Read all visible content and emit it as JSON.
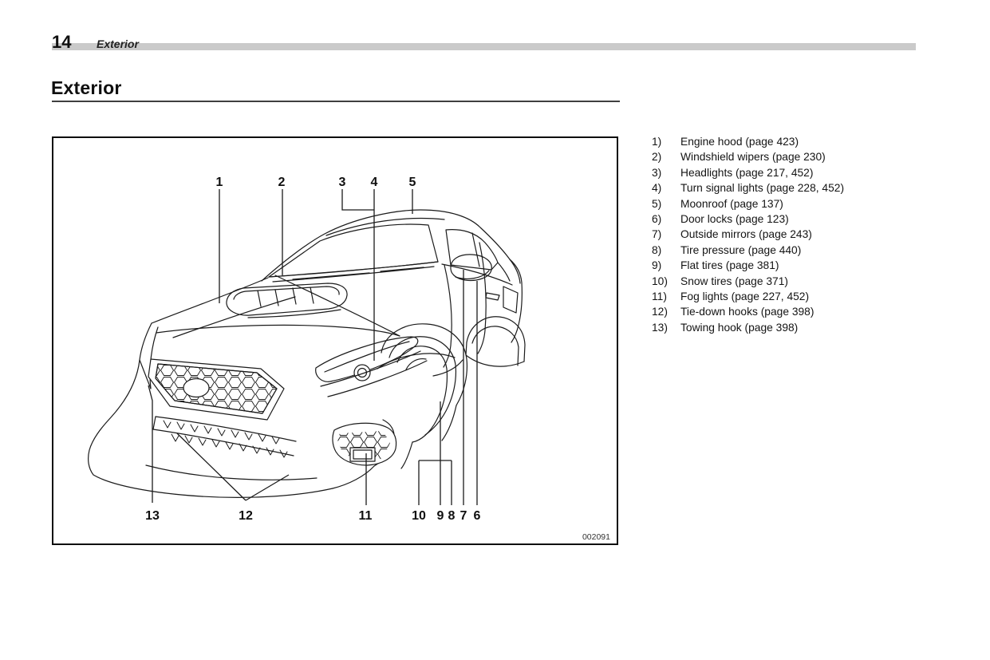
{
  "page": {
    "number": "14",
    "running_head": "Exterior"
  },
  "section": {
    "title": "Exterior"
  },
  "figure": {
    "code": "002091",
    "callouts": [
      "1",
      "2",
      "3",
      "4",
      "5",
      "6",
      "7",
      "8",
      "9",
      "10",
      "11",
      "12",
      "13"
    ]
  },
  "legend": {
    "items": [
      {
        "num": "1)",
        "text": "Engine hood (page 423)"
      },
      {
        "num": "2)",
        "text": "Windshield wipers (page 230)"
      },
      {
        "num": "3)",
        "text": "Headlights (page 217, 452)"
      },
      {
        "num": "4)",
        "text": "Turn signal lights (page 228, 452)"
      },
      {
        "num": "5)",
        "text": "Moonroof (page 137)"
      },
      {
        "num": "6)",
        "text": "Door locks (page 123)"
      },
      {
        "num": "7)",
        "text": "Outside mirrors (page 243)"
      },
      {
        "num": "8)",
        "text": "Tire pressure (page 440)"
      },
      {
        "num": "9)",
        "text": "Flat tires (page 381)"
      },
      {
        "num": "10)",
        "text": "Snow tires (page 371)"
      },
      {
        "num": "11)",
        "text": "Fog lights (page 227, 452)"
      },
      {
        "num": "12)",
        "text": "Tie-down hooks (page 398)"
      },
      {
        "num": "13)",
        "text": "Towing hook (page 398)"
      }
    ]
  },
  "colors": {
    "band": "#cacaca",
    "rule": "#3f3f3f",
    "line": "#1b1b1b",
    "text": "#111111"
  }
}
